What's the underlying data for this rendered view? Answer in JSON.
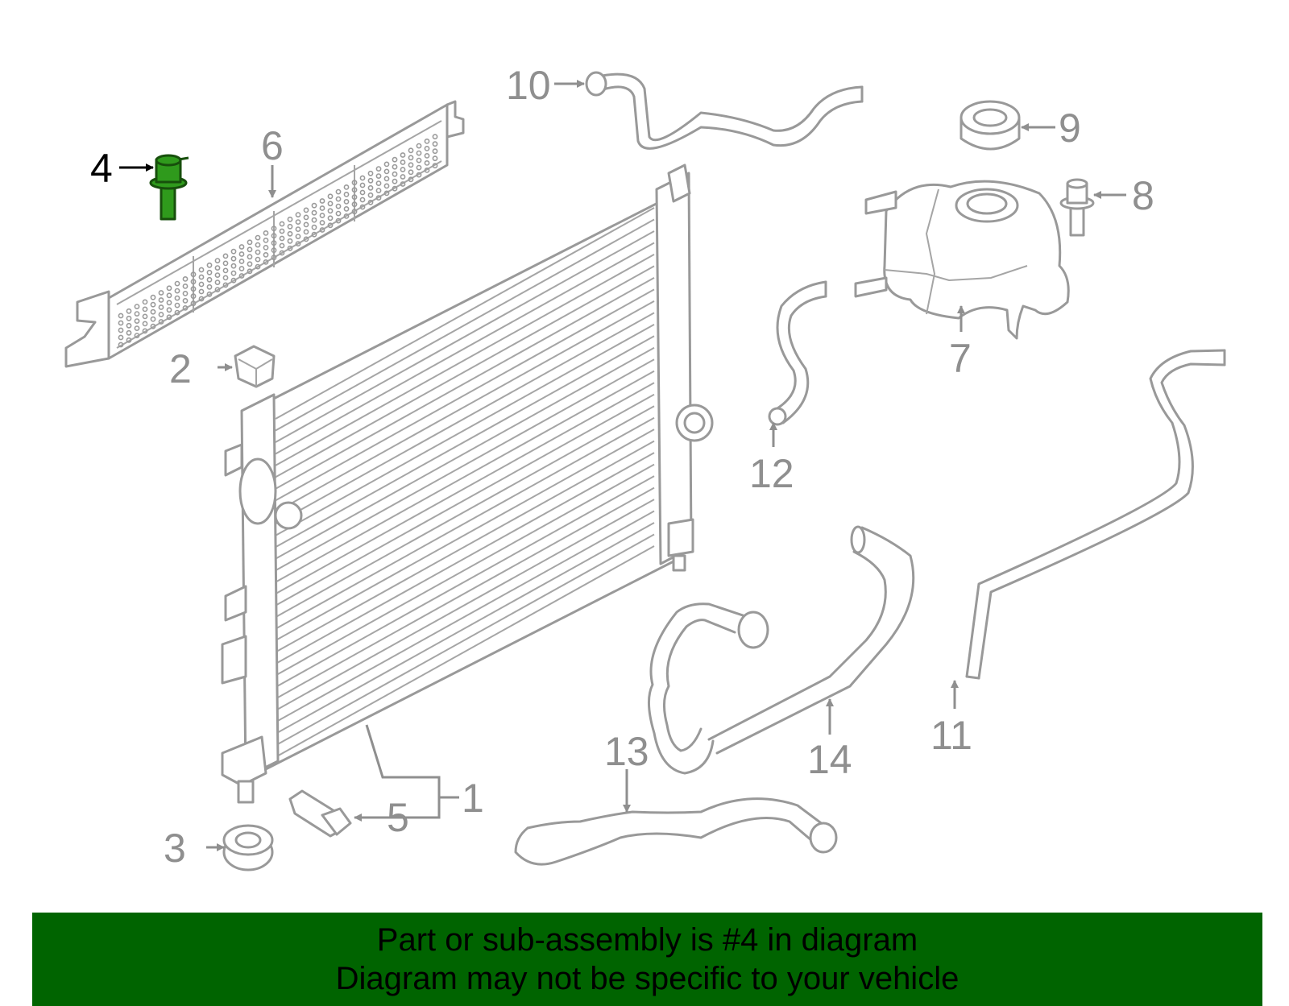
{
  "highlighted_part": "4",
  "colors": {
    "banner": "#006400",
    "highlight": "#2f9a1c",
    "part_lines": "#999999"
  },
  "callouts": {
    "c1": "1",
    "c2": "2",
    "c3": "3",
    "c4": "4",
    "c5": "5",
    "c6": "6",
    "c7": "7",
    "c8": "8",
    "c9": "9",
    "c10": "10",
    "c11": "11",
    "c12": "12",
    "c13": "13",
    "c14": "14"
  },
  "banner": {
    "line1": "Part or sub-assembly is #4 in diagram",
    "line2": "Diagram may not be specific to your vehicle"
  }
}
